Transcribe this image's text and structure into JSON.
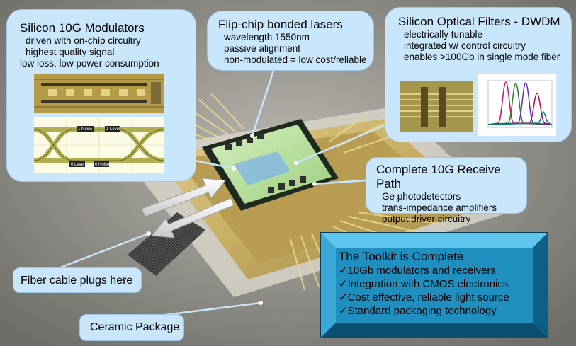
{
  "callouts": {
    "modulators": {
      "title": "Silicon 10G Modulators",
      "lines": [
        "driven with on-chip circuitry",
        "highest quality signal",
        "low loss, low power consumption"
      ]
    },
    "lasers": {
      "title": "Flip-chip bonded lasers",
      "lines": [
        "wavelength 1550nm",
        "passive alignment",
        "non-modulated = low cost/reliable"
      ]
    },
    "filters": {
      "title": "Silicon Optical Filters - DWDM",
      "lines": [
        "electrically tunable",
        "integrated w/ control circuitry",
        "enables >100Gb in single mode fiber"
      ]
    },
    "receive": {
      "title": "Complete 10G Receive Path",
      "lines": [
        "Ge photodetectors",
        "trans-impedance amplifiers",
        "output driver circuitry"
      ]
    }
  },
  "labels": {
    "fiber": "Fiber cable plugs here",
    "ceramic": "Ceramic Package"
  },
  "eye_diagram": {
    "labels": [
      "1 Noise",
      "1 Level",
      "0 Level",
      "0 Noise"
    ]
  },
  "toolkit": {
    "title": "The Toolkit is Complete",
    "items": [
      "✓10Gb modulators and receivers",
      "✓Integration with CMOS electronics",
      "✓Cost effective, reliable light source",
      "✓Standard packaging technology"
    ]
  },
  "colors": {
    "callout_fill": "#c9e6fb",
    "toolkit_fill": "#1f8fbf",
    "package_gold": "#c8b26a"
  }
}
